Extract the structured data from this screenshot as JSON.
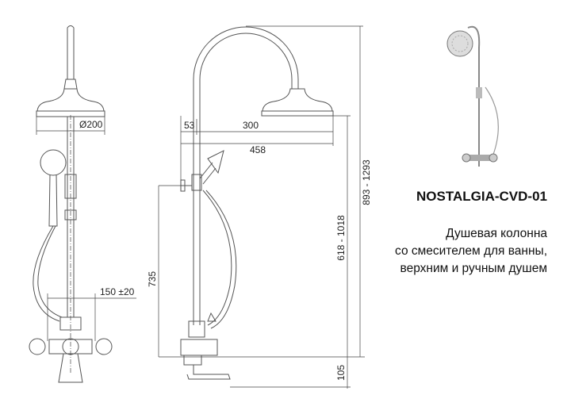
{
  "product": {
    "model": "NOSTALGIA-CVD-01",
    "description": [
      "Душевая колонна",
      "со смесителем для ванны,",
      "верхним и ручным душем"
    ]
  },
  "dimensions": {
    "head_diameter": "Ø200",
    "handle_spacing": "150 ±20",
    "offset_wall": "53",
    "arm_reach": "300",
    "total_reach": "458",
    "slider_height": "735",
    "head_height_range": "618 - 1018",
    "total_height_range": "893 - 1293",
    "spout_height": "105"
  }
}
